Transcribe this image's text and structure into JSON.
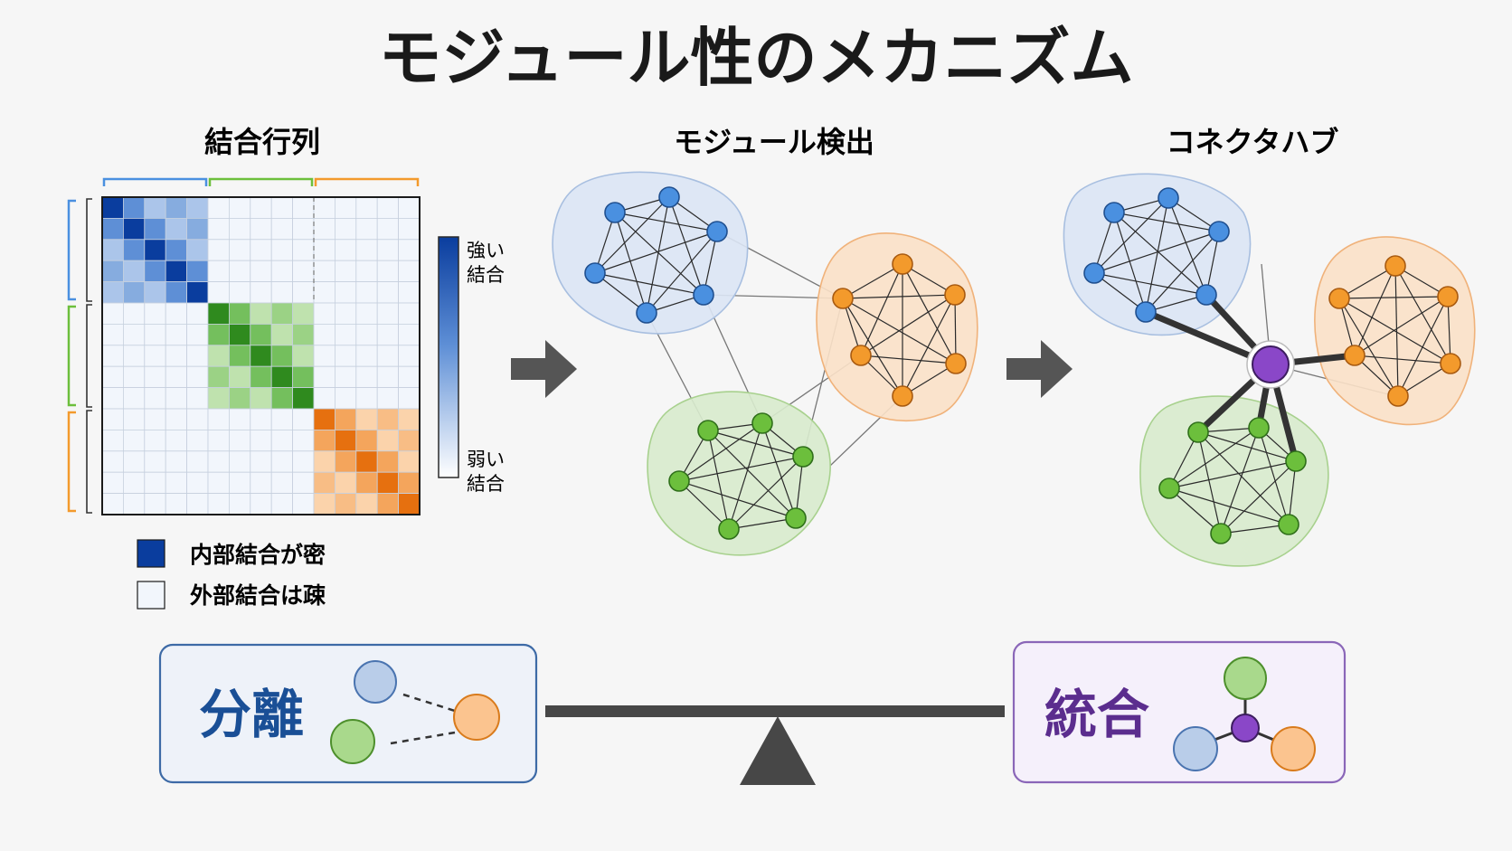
{
  "title": "モジュール性のメカニズム",
  "panels": {
    "matrix_title": "結合行列",
    "module_title": "モジュール検出",
    "hub_title": "コネクタハブ"
  },
  "colorbar": {
    "strong_l1": "強い",
    "strong_l2": "結合",
    "weak_l1": "弱い",
    "weak_l2": "結合"
  },
  "legend": {
    "dense": "内部結合が密",
    "sparse": "外部結合は疎"
  },
  "balance": {
    "left_label": "分離",
    "right_label": "統合"
  },
  "colors": {
    "blue": "#4a90e0",
    "green": "#6cbf3c",
    "orange": "#f39a2c",
    "purple": "#8a47c8",
    "dark_blue": "#0a3d9e",
    "purple_text": "#5b2d8e",
    "blue_text": "#1a4f96"
  }
}
